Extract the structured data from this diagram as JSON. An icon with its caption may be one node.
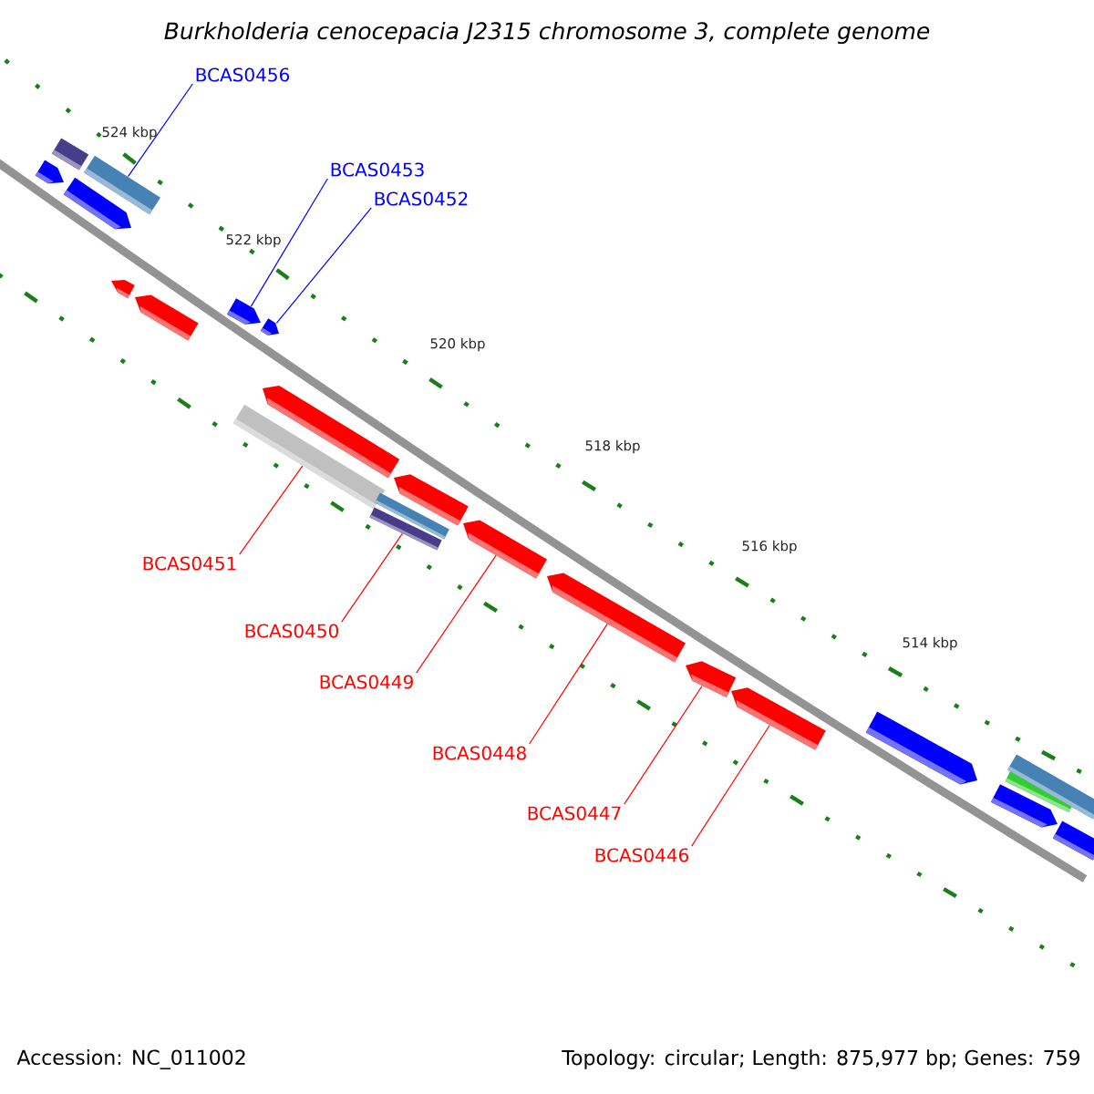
{
  "diagram": {
    "title": "Burkholderia cenocepacia J2315 chromosome 3, complete genome",
    "nodes": [
      {
        "text": [
          "BCAS0456"
        ]
      },
      {
        "text": [
          "BCAS0453"
        ]
      },
      {
        "text": [
          "BCAS0452"
        ]
      },
      {
        "text": [
          "BCAS0451"
        ]
      },
      {
        "text": [
          "BCAS0450"
        ]
      },
      {
        "text": [
          "BCAS0449"
        ]
      },
      {
        "text": [
          "BCAS0448"
        ]
      },
      {
        "text": [
          "BCAS0447"
        ]
      },
      {
        "text": [
          "BCAS0446"
        ]
      },
      {
        "text": [],
        "shape": "pentagon"
      },
      {
        "text": [],
        "shape": "box"
      },
      {
        "text": [],
        "shape": "pentagon"
      },
      {
        "text": [],
        "shape": "box"
      },
      {
        "text": [],
        "shape": "pentagon"
      },
      {
        "text": [],
        "shape": "pentagon"
      },
      {
        "text": [],
        "shape": "pentagon"
      },
      {
        "text": [],
        "shape": "box"
      },
      {
        "text": [],
        "shape": "pentagon"
      },
      {
        "text": [],
        "shape": "pentagon"
      },
      {
        "text": [],
        "shape": "box"
      },
      {
        "text": [],
        "shape": "box"
      },
      {
        "text": [],
        "shape": "pentagon"
      },
      {
        "text": [],
        "shape": "pentagon"
      },
      {
        "text": [],
        "shape": "pentagon"
      },
      {
        "text": [],
        "shape": "pentagon"
      },
      {
        "text": [],
        "shape": "pentagon"
      },
      {
        "text": [],
        "shape": "pentagon"
      },
      {
        "text": [],
        "shape": "pentagon"
      },
      {
        "text": [],
        "shape": "box"
      },
      {
        "text": [],
        "shape": "box"
      },
      {
        "text": [],
        "shape": "box"
      }
    ],
    "edges": [
      {
        "from": 0,
        "to": 12,
        "arrow": "none",
        "color": "#0000ff"
      },
      {
        "from": 1,
        "to": 15,
        "arrow": "none",
        "color": "#0000ff"
      },
      {
        "from": 2,
        "to": 18,
        "arrow": "none",
        "color": "#0000ff"
      },
      {
        "from": 3,
        "to": 16,
        "arrow": "none"
      },
      {
        "from": 4,
        "to": 19,
        "arrow": "none"
      },
      {
        "from": 5,
        "to": 22,
        "arrow": "none"
      },
      {
        "from": 6,
        "to": 23,
        "arrow": "none"
      },
      {
        "from": 7,
        "to": 24,
        "arrow": "none"
      },
      {
        "from": 8,
        "to": 25,
        "arrow": "none"
      }
    ],
    "labels": [
      "524 kbp",
      "522 kbp",
      "520 kbp",
      "518 kbp",
      "516 kbp",
      "514 kbp",
      "Accession: NC_011002",
      "Topology: circular; Length: 875,977 bp; Genes: 759"
    ]
  }
}
